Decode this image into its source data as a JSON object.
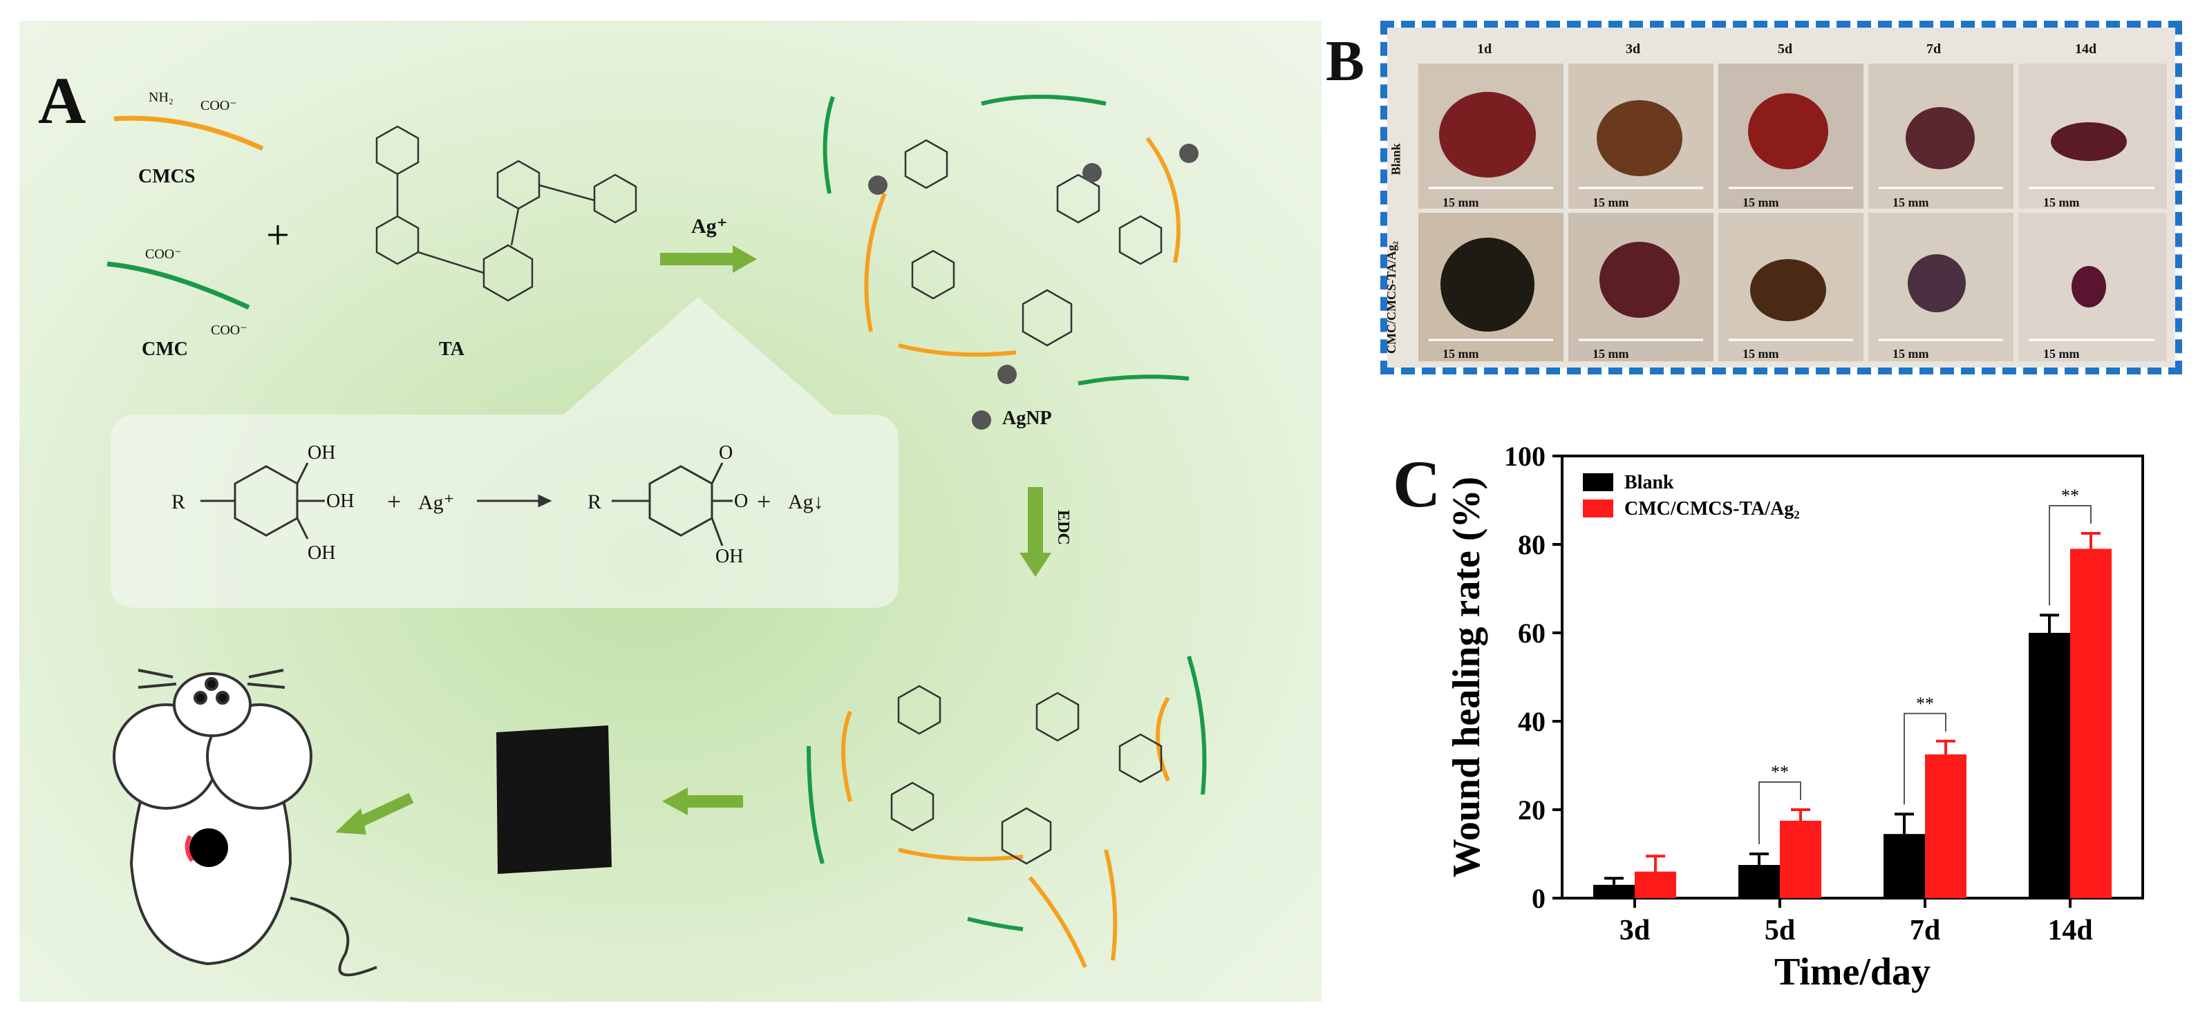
{
  "panelA": {
    "label": "A",
    "cmcs": "CMCS",
    "cmc": "CMC",
    "ta": "TA",
    "ag": "Ag⁺",
    "agnp": "AgNP",
    "edc": "EDC",
    "nh2": "NH₂",
    "coo": "COO⁻",
    "reaction": {
      "r_left": "R",
      "oh1": "OH",
      "oh2": "OH",
      "oh3": "OH",
      "plus1": "+",
      "ag_ion": "Ag⁺",
      "r_right": "R",
      "o1": "O",
      "o2": "O",
      "oh4": "OH",
      "plus2": "+",
      "ag_solid": "Ag↓"
    }
  },
  "panelB": {
    "label": "B",
    "days": [
      "1d",
      "3d",
      "5d",
      "7d",
      "14d"
    ],
    "rows": [
      "Blank",
      "CMC/CMCS-TA/Ag₂"
    ],
    "scale": "15 mm"
  },
  "panelC": {
    "label": "C",
    "colors": {
      "blank": "#000000",
      "treated": "#ff1a1a"
    },
    "significance": "**"
  },
  "chart_data": {
    "type": "bar",
    "categories": [
      "3d",
      "5d",
      "7d",
      "14d"
    ],
    "series": [
      {
        "name": "Blank",
        "values": [
          3,
          7.5,
          14.5,
          60
        ],
        "errors": [
          1.5,
          2.5,
          4.5,
          4
        ]
      },
      {
        "name": "CMC/CMCS-TA/Ag₂",
        "values": [
          6,
          17.5,
          32.5,
          79
        ],
        "errors": [
          3.5,
          2.5,
          3,
          3.5
        ]
      }
    ],
    "significance_pairs": [
      "5d",
      "7d",
      "14d"
    ],
    "xlabel": "Time/day",
    "ylabel": "Wound healing rate (%)",
    "ylim": [
      0,
      100
    ],
    "yticks": [
      0,
      20,
      40,
      60,
      80,
      100
    ],
    "legend_position": "top-left",
    "grid": false
  }
}
